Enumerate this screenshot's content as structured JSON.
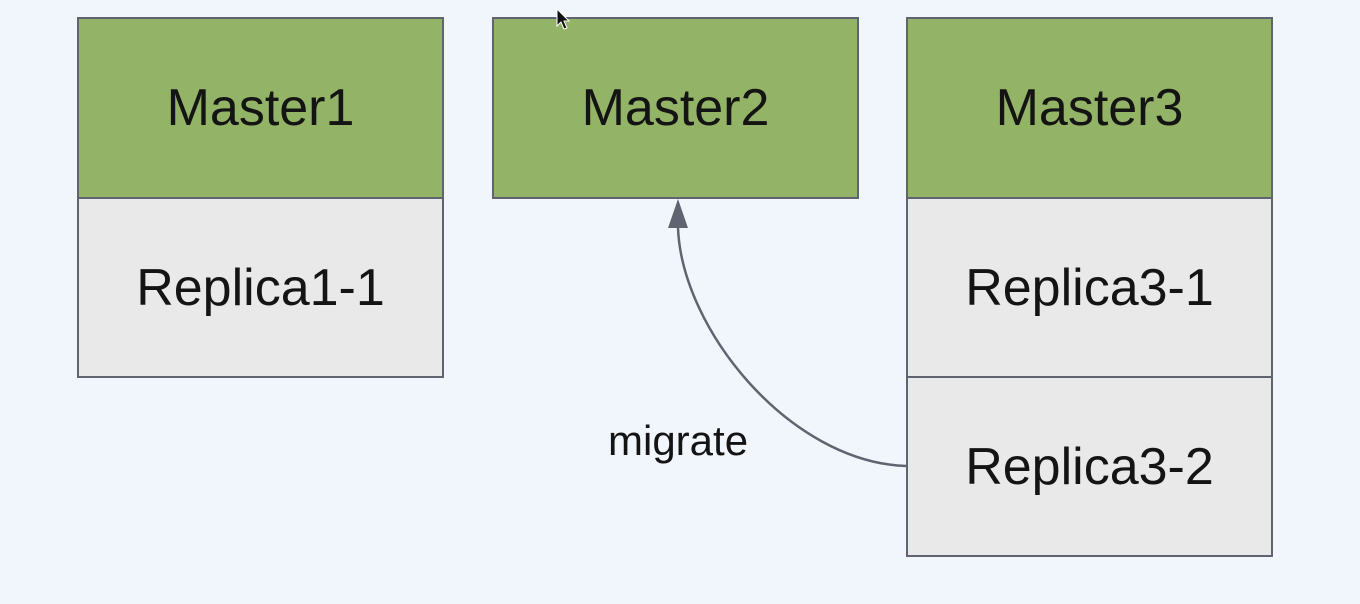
{
  "masters": [
    {
      "label": "Master1"
    },
    {
      "label": "Master2"
    },
    {
      "label": "Master3"
    }
  ],
  "replicas": {
    "replica1_1": "Replica1-1",
    "replica3_1": "Replica3-1",
    "replica3_2": "Replica3-2"
  },
  "edges": [
    {
      "from": "Replica3-2",
      "to": "Master2",
      "label": "migrate"
    }
  ],
  "colors": {
    "background": "#f1f5fc",
    "master_fill": "#93b466",
    "replica_fill": "#e9e9e9",
    "border": "#5f6470",
    "arrow": "#5f6470"
  }
}
